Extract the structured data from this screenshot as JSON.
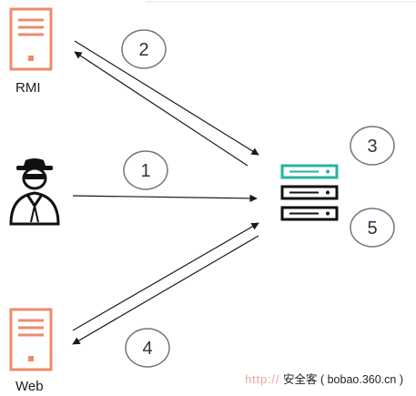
{
  "nodes": {
    "rmi": {
      "label": "RMI"
    },
    "web": {
      "label": "Web"
    }
  },
  "steps": [
    "1",
    "2",
    "3",
    "4",
    "5"
  ],
  "watermark": {
    "prefix": "http://",
    "text": "安全客 ( bobao.360.cn )"
  },
  "colors": {
    "server_accent": "#ef8a6c",
    "target_accent": "#27b3a0",
    "ink": "#1a1a1a",
    "circle_stroke": "#6b7886"
  }
}
